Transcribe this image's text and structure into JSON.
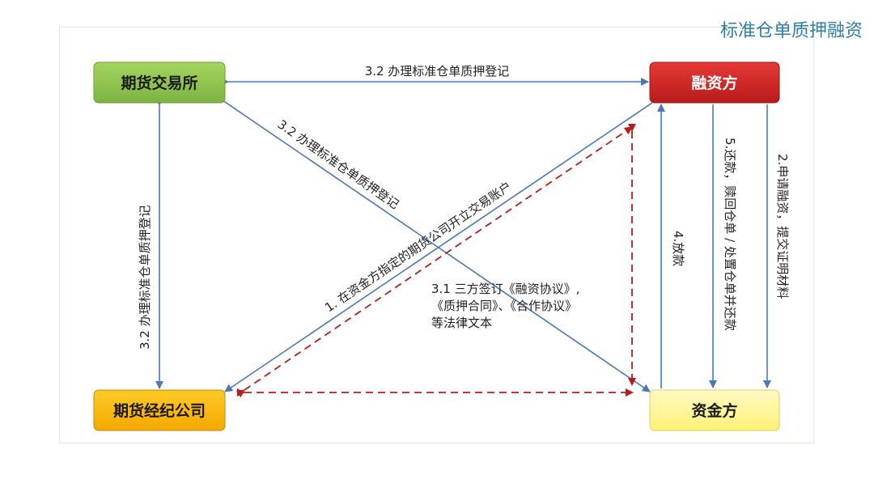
{
  "page_title": "标准仓单质押融资",
  "nodes": {
    "exchange": {
      "label": "期货交易所",
      "color": "#8bc34a"
    },
    "financer": {
      "label": "融资方",
      "color": "#c62828"
    },
    "broker": {
      "label": "期货经纪公司",
      "color": "#f5b800"
    },
    "funder": {
      "label": "资金方",
      "color": "#fff59d"
    }
  },
  "edges": {
    "exchange_financer": "3.2 办理标准仓单质押登记",
    "exchange_funder": "3.2 办理标准仓单质押登记",
    "exchange_broker": "3.2 办理标准仓单质押登记",
    "financer_broker": "1. 在资金方指定的期货公司开立交易账户",
    "tripartite_line1": "3.1 三方签订《融资协议》,",
    "tripartite_line2": "《质押合同》、《合作协议》",
    "tripartite_line3": "等法律文本",
    "funder_financer_loan": "4.放款",
    "financer_funder_repay": "5.还款，赎回仓单 / 处置仓单并还款",
    "financer_funder_apply": "2.申请融资，提交证明材料"
  },
  "colors": {
    "arrow": "#4a78b8",
    "dashed": "#b71c1c",
    "title": "#2e7fa8"
  }
}
